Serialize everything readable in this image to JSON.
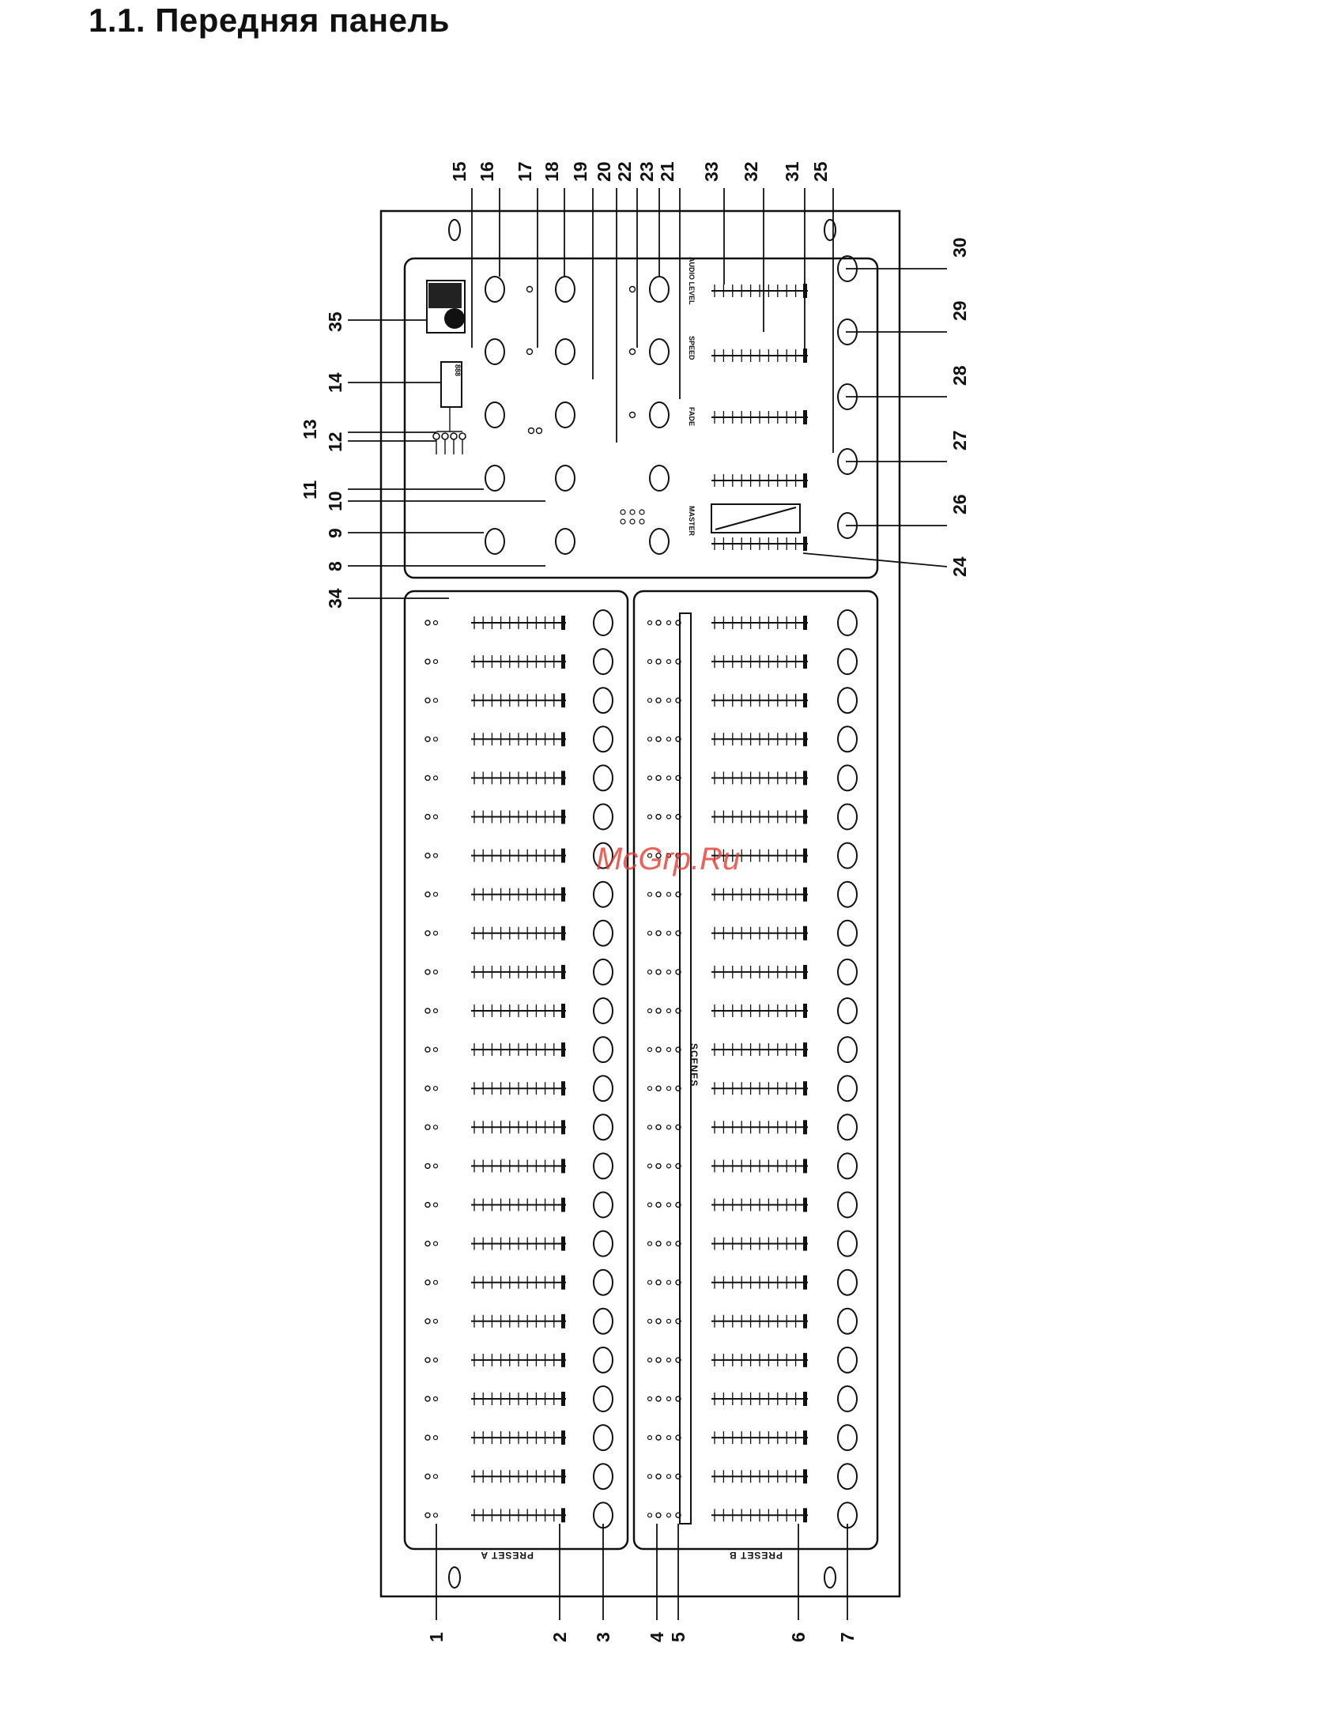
{
  "title": "1.1. Передняя панель",
  "watermark": "McGrp.Ru",
  "panel_labels": {
    "preset_a": "PRESET A",
    "preset_b": "PRESET B",
    "scenes": "SCENES",
    "audio_level": "AUDIO LEVEL",
    "speed": "SPEED",
    "fade": "FADE",
    "master": "MASTER"
  },
  "channel_count": 24,
  "callouts": {
    "top": [
      "15",
      "16",
      "17",
      "18",
      "19",
      "20",
      "22",
      "23",
      "21",
      "33",
      "32",
      "31",
      "25"
    ],
    "left": [
      "35",
      "14",
      "13",
      "12",
      "11",
      "10",
      "9",
      "8",
      "34"
    ],
    "right": [
      "30",
      "29",
      "28",
      "27",
      "26",
      "24"
    ],
    "bottom": [
      "1",
      "2",
      "3",
      "4",
      "5",
      "6",
      "7"
    ]
  },
  "colors": {
    "line": "#111111",
    "background": "#ffffff",
    "watermark": "#e63b2e"
  }
}
